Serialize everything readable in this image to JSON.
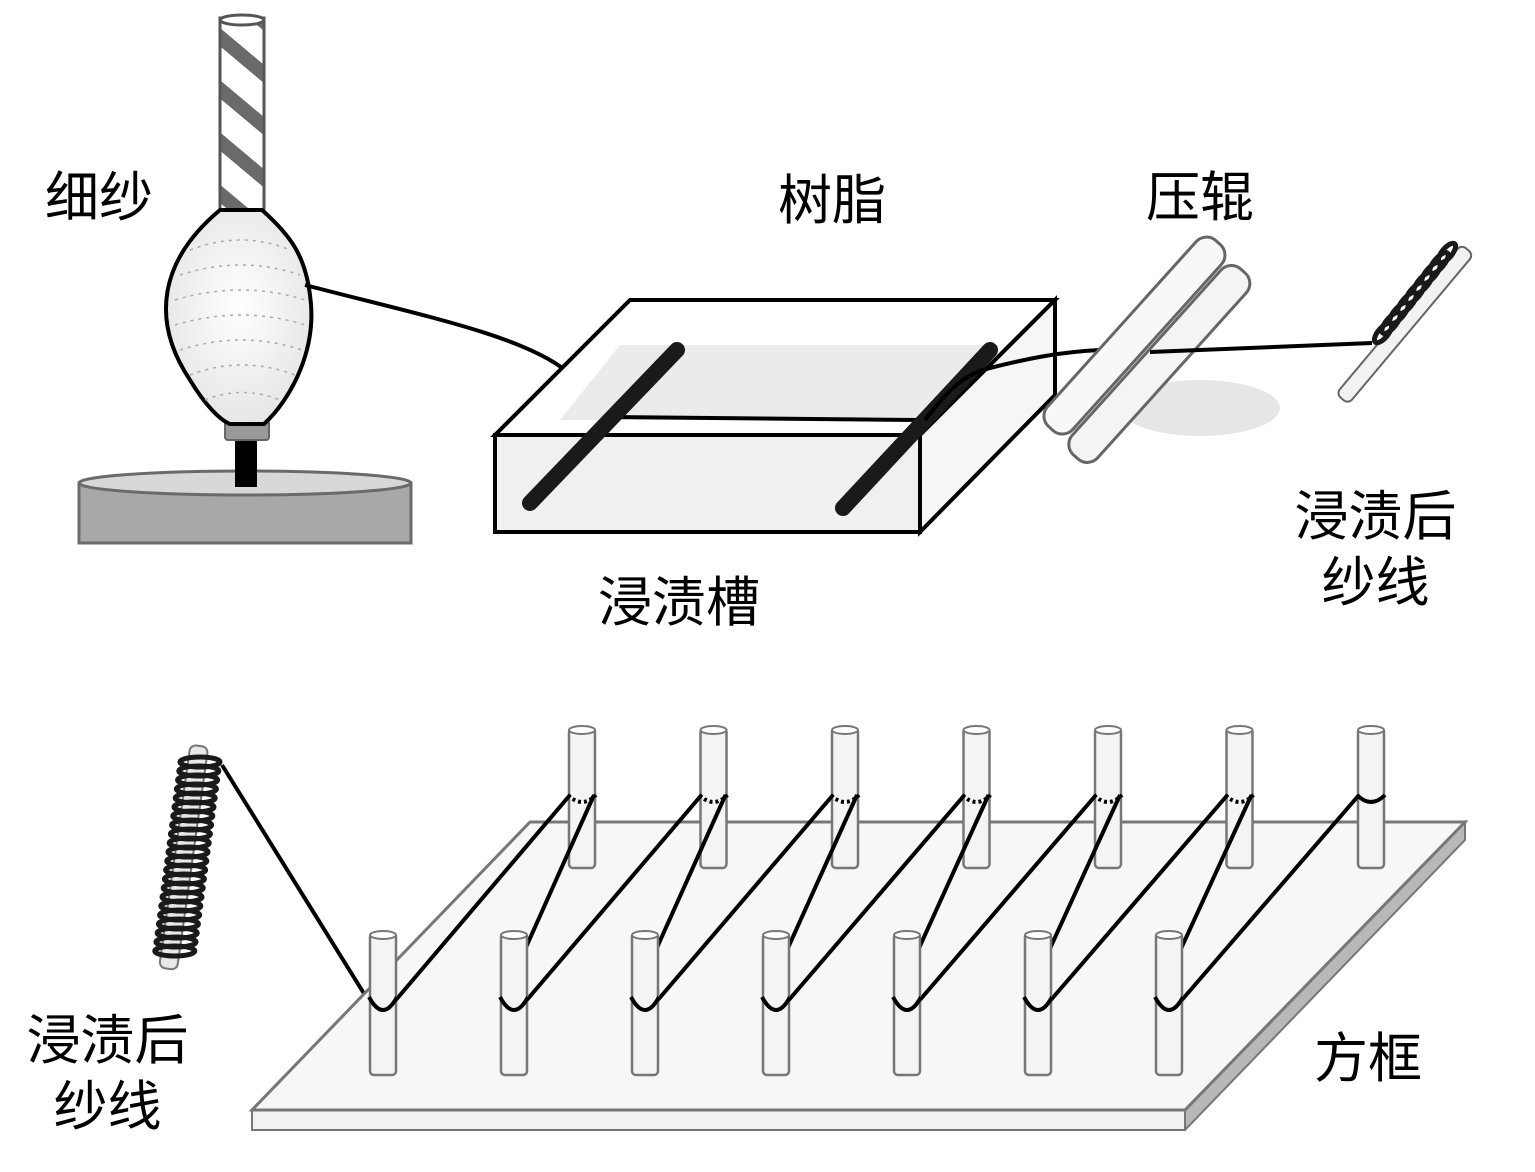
{
  "title": "Yarn impregnation and frame winding process",
  "labels": {
    "fine_yarn": "细纱",
    "resin": "树脂",
    "press_roller": "压辊",
    "impregnation_tank": "浸渍槽",
    "impregnated_yarn_top_line1": "浸渍后",
    "impregnated_yarn_top_line2": "纱线",
    "impregnated_yarn_bottom_line1": "浸渍后",
    "impregnated_yarn_bottom_line2": "纱线",
    "square_frame": "方框"
  },
  "frame": {
    "back_row_pegs": 7,
    "front_row_pegs": 7
  },
  "colors": {
    "line": "#000000",
    "base_gray": "#a8a8a8",
    "light_fill": "#f2f2f2",
    "outline_gray": "#777777"
  }
}
